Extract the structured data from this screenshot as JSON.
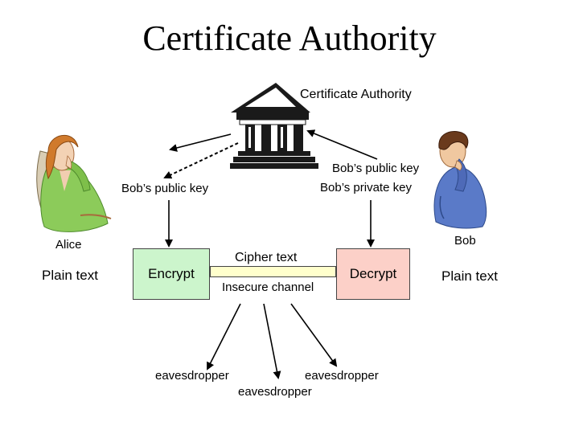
{
  "title": "Certificate Authority",
  "ca": {
    "label": "Certificate Authority"
  },
  "alice": {
    "name": "Alice",
    "key_label": "Bob’s public key",
    "input_label": "Plain text"
  },
  "bob": {
    "name": "Bob",
    "public_key_label": "Bob’s public key",
    "private_key_label": "Bob’s private key",
    "output_label": "Plain text"
  },
  "encrypt": {
    "label": "Encrypt",
    "color": "#ccf5cc"
  },
  "decrypt": {
    "label": "Decrypt",
    "color": "#fcd0c8"
  },
  "channel": {
    "cipher_label": "Cipher text",
    "channel_label": "Insecure channel",
    "color": "#ffffcc"
  },
  "eavesdroppers": [
    "eavesdropper",
    "eavesdropper",
    "eavesdropper"
  ]
}
